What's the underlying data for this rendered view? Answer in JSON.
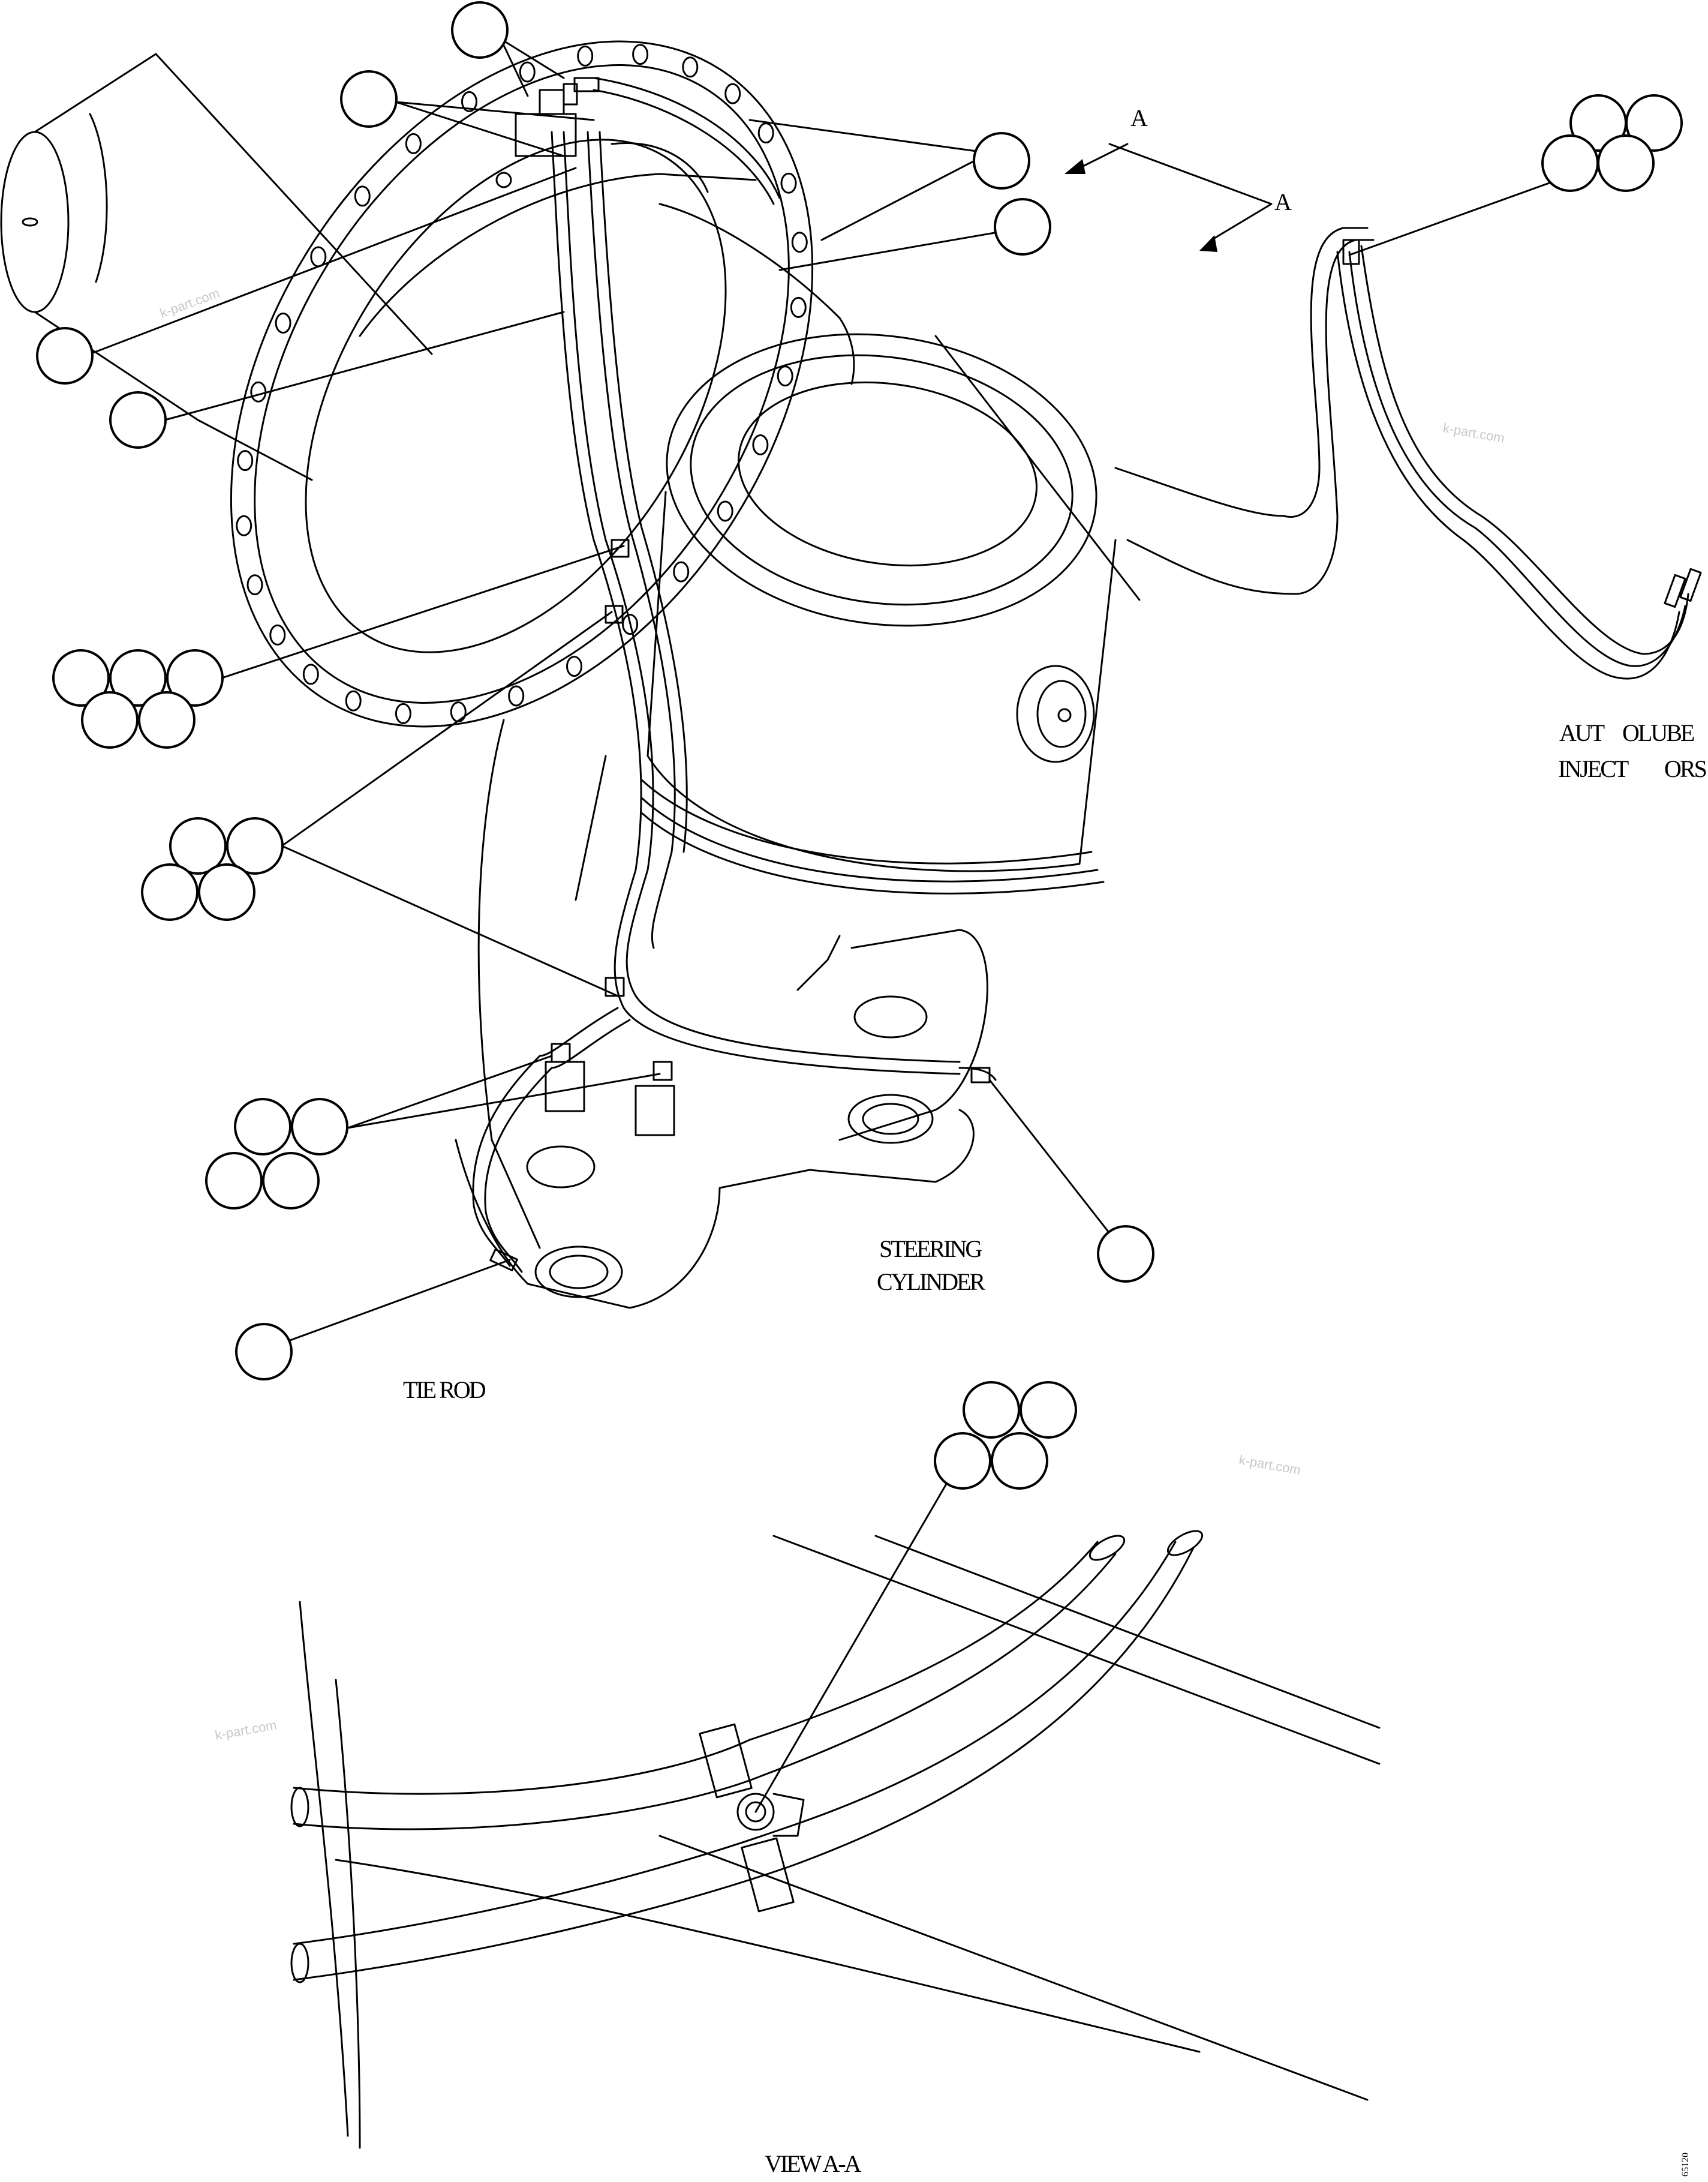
{
  "labels": {
    "section_arrow_1": "A",
    "section_arrow_2": "A",
    "autolube_line1_a": "AUT",
    "autolube_line1_b": "OLUBE",
    "autolube_line2_a": "INJECT",
    "autolube_line2_b": "ORS",
    "steering_line1": "STEERING",
    "steering_line2": "CYLINDER",
    "tie_rod": "TIE ROD",
    "view": "VIEW A-A",
    "figure_number": "65120"
  },
  "watermark": "k-part.com",
  "callout_groups": [
    {
      "id": "top-single",
      "bubbles": 1
    },
    {
      "id": "top-left-single",
      "bubbles": 1
    },
    {
      "id": "right-single-upper",
      "bubbles": 1
    },
    {
      "id": "right-single-lower",
      "bubbles": 1
    },
    {
      "id": "left-single",
      "bubbles": 1
    },
    {
      "id": "left-lower-single",
      "bubbles": 1
    },
    {
      "id": "autolube-cluster",
      "bubbles": 4
    },
    {
      "id": "mid-cluster-5",
      "bubbles": 5
    },
    {
      "id": "mid-cluster-4",
      "bubbles": 4
    },
    {
      "id": "lower-cluster-4",
      "bubbles": 4
    },
    {
      "id": "steering-single",
      "bubbles": 1
    },
    {
      "id": "tie-rod-single",
      "bubbles": 1
    },
    {
      "id": "view-cluster-4",
      "bubbles": 4
    }
  ]
}
